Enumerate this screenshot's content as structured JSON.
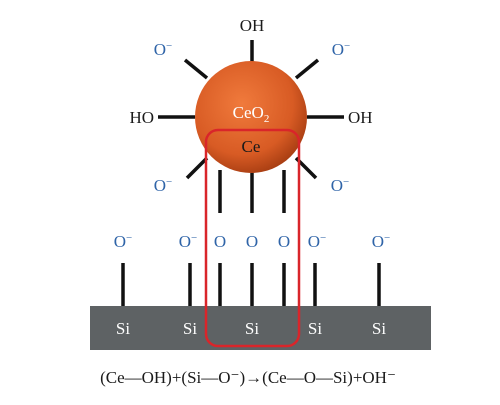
{
  "particle": {
    "formula_main": "CeO",
    "formula_sub": "2",
    "core_label": "Ce",
    "fill": "#d85b24",
    "edge": "#a73d12"
  },
  "hydroxyl_labels": {
    "top": "OH",
    "left": "HO",
    "right": "OH"
  },
  "particle_oxide_labels": [
    "O",
    "O",
    "O",
    "O"
  ],
  "surface_oxide_labels": [
    "O",
    "O",
    "O",
    "O",
    "O",
    "O",
    "O"
  ],
  "oxide_charge": "−",
  "substrate": {
    "labels": [
      "Si",
      "Si",
      "Si",
      "Si",
      "Si"
    ],
    "fill": "#5e6264"
  },
  "equation": {
    "text": "(Ce—OH)+(Si—O⁻)→(Ce—O—Si)+OH⁻"
  },
  "colors": {
    "oxygen": "#2f64a8",
    "bond": "#111111",
    "highlight": "#d9252a"
  }
}
